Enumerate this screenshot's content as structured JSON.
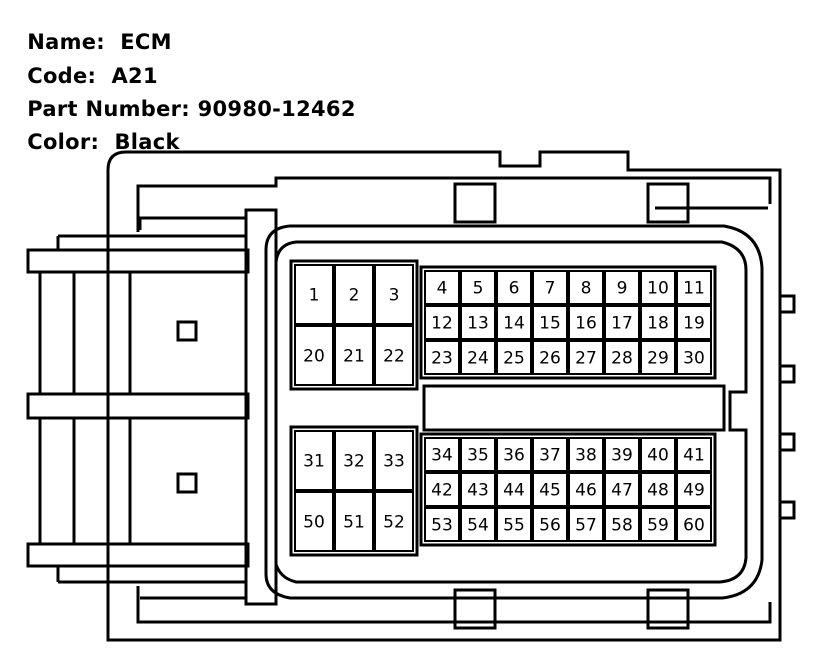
{
  "info": {
    "name_label": "Name:",
    "name_value": "ECM",
    "code_label": "Code:",
    "code_value": "A21",
    "part_label": "Part Number:",
    "part_value": "90980-12462",
    "color_label": "Color:",
    "color_value": "Black"
  },
  "connector": {
    "upper_large": [
      [
        "1",
        "2",
        "3"
      ],
      [
        "20",
        "21",
        "22"
      ]
    ],
    "upper_small": [
      [
        "4",
        "5",
        "6",
        "7",
        "8",
        "9",
        "10",
        "11"
      ],
      [
        "12",
        "13",
        "14",
        "15",
        "16",
        "17",
        "18",
        "19"
      ],
      [
        "23",
        "24",
        "25",
        "26",
        "27",
        "28",
        "29",
        "30"
      ]
    ],
    "lower_large": [
      [
        "31",
        "32",
        "33"
      ],
      [
        "50",
        "51",
        "52"
      ]
    ],
    "lower_small": [
      [
        "34",
        "35",
        "36",
        "37",
        "38",
        "39",
        "40",
        "41"
      ],
      [
        "42",
        "43",
        "44",
        "45",
        "46",
        "47",
        "48",
        "49"
      ],
      [
        "53",
        "54",
        "55",
        "56",
        "57",
        "58",
        "59",
        "60"
      ]
    ]
  }
}
